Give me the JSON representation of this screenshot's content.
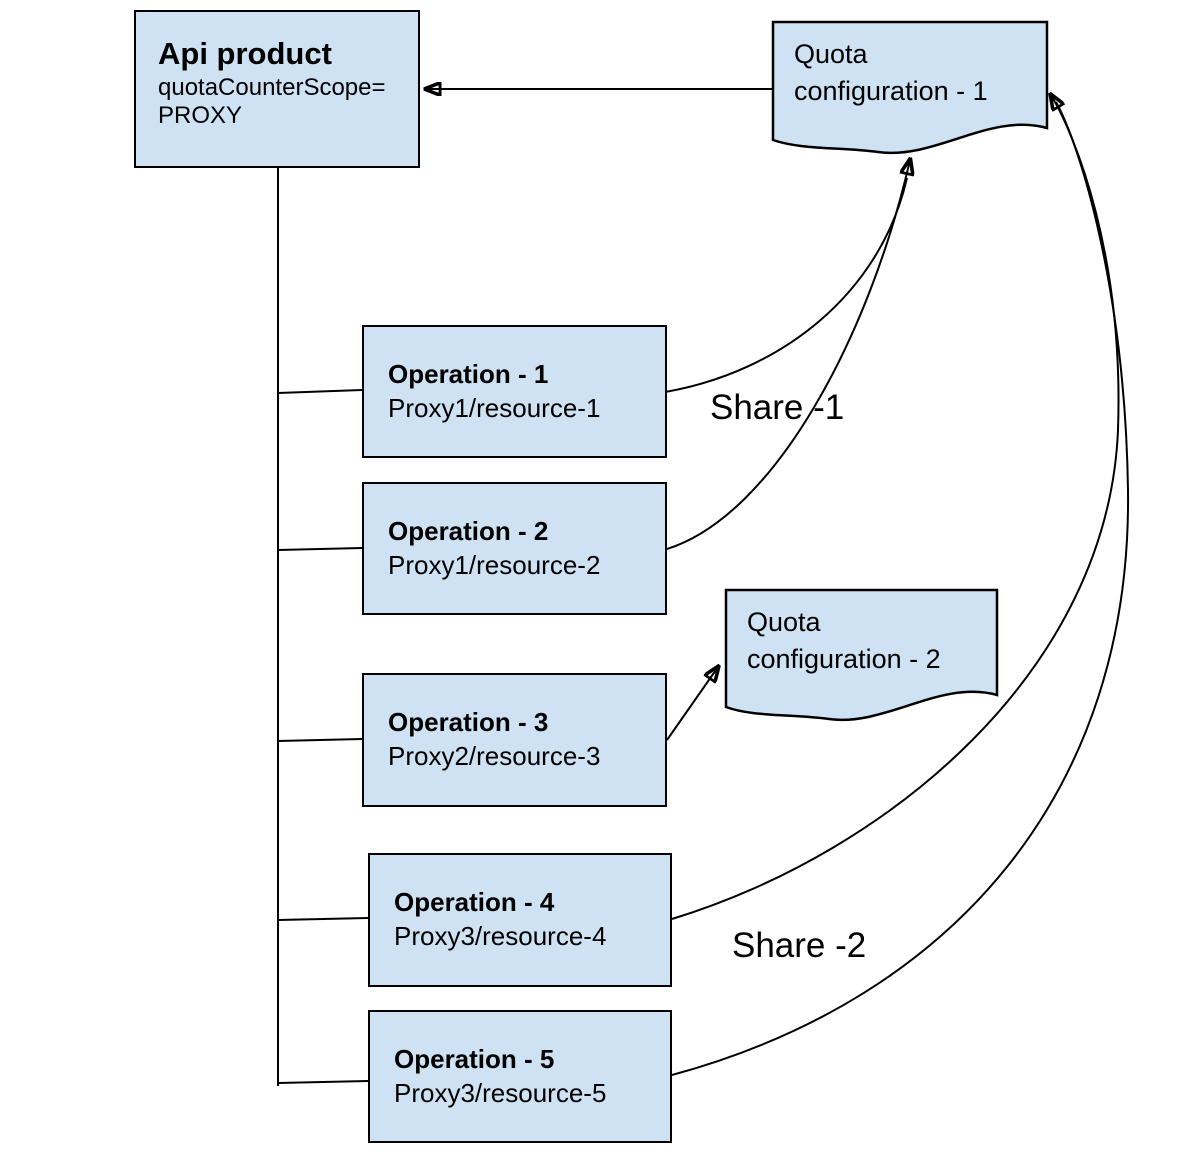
{
  "diagram": {
    "api_product": {
      "title": "Api product",
      "attr_line1": "quotaCounterScope=",
      "attr_line2": "PROXY"
    },
    "quota_config_1": {
      "line1": "Quota",
      "line2": "configuration - 1"
    },
    "quota_config_2": {
      "line1": "Quota",
      "line2": "configuration - 2"
    },
    "operations": [
      {
        "title": "Operation - 1",
        "subtitle": "Proxy1/resource-1"
      },
      {
        "title": "Operation - 2",
        "subtitle": "Proxy1/resource-2"
      },
      {
        "title": "Operation - 3",
        "subtitle": "Proxy2/resource-3"
      },
      {
        "title": "Operation - 4",
        "subtitle": "Proxy3/resource-4"
      },
      {
        "title": "Operation - 5",
        "subtitle": "Proxy3/resource-5"
      }
    ],
    "labels": {
      "share1": "Share -1",
      "share2": "Share -2"
    },
    "colors": {
      "node_fill": "#cfe2f3",
      "node_border": "#000000",
      "connector": "#000000",
      "background": "#ffffff"
    }
  }
}
